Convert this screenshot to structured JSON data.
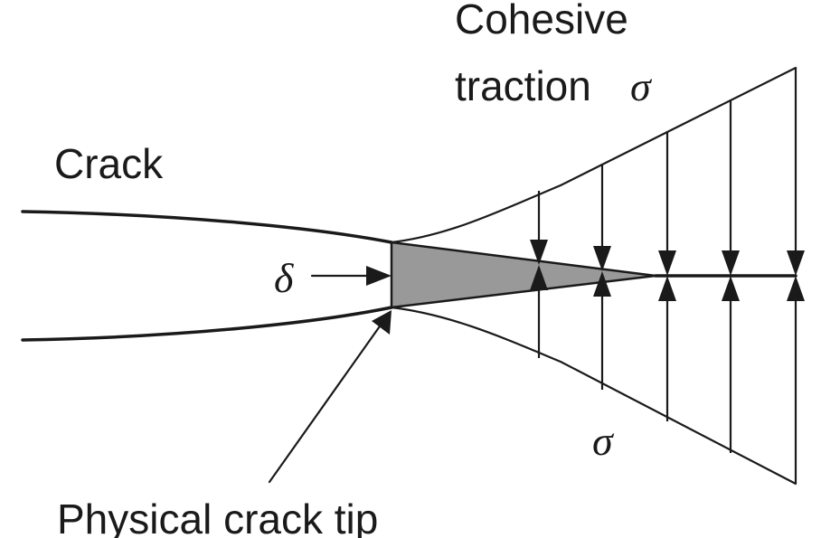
{
  "labels": {
    "cohesive_line1": "Cohesive",
    "cohesive_line2": "traction",
    "sigma_top": "σ",
    "crack": "Crack",
    "delta": "δ",
    "sigma_bottom": "σ",
    "tip": "Physical crack tip"
  },
  "colors": {
    "line": "#1a1a1a",
    "process_zone_fill": "#999999"
  }
}
